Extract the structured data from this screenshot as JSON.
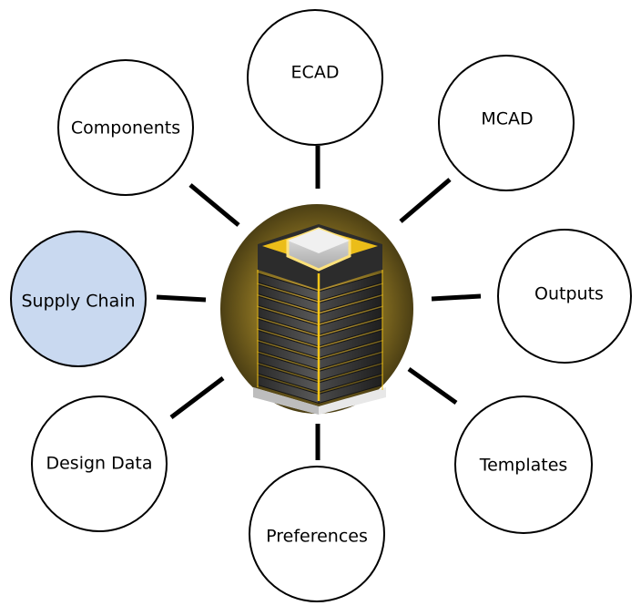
{
  "diagram": {
    "center": {
      "icon": "server-stack-icon",
      "glow_color": "#f5c518",
      "backdrop_color": "#6b5a1c"
    },
    "nodes": [
      {
        "id": "ecad",
        "label": "ECAD",
        "fill": "#ffffff"
      },
      {
        "id": "mcad",
        "label": "MCAD",
        "fill": "#ffffff"
      },
      {
        "id": "outputs",
        "label": "Outputs",
        "fill": "#ffffff"
      },
      {
        "id": "templates",
        "label": "Templates",
        "fill": "#ffffff"
      },
      {
        "id": "preferences",
        "label": "Preferences",
        "fill": "#ffffff"
      },
      {
        "id": "design-data",
        "label": "Design Data",
        "fill": "#ffffff"
      },
      {
        "id": "supply-chain",
        "label": "Supply Chain",
        "fill": "#c9d9f0"
      },
      {
        "id": "components",
        "label": "Components",
        "fill": "#ffffff"
      }
    ]
  }
}
